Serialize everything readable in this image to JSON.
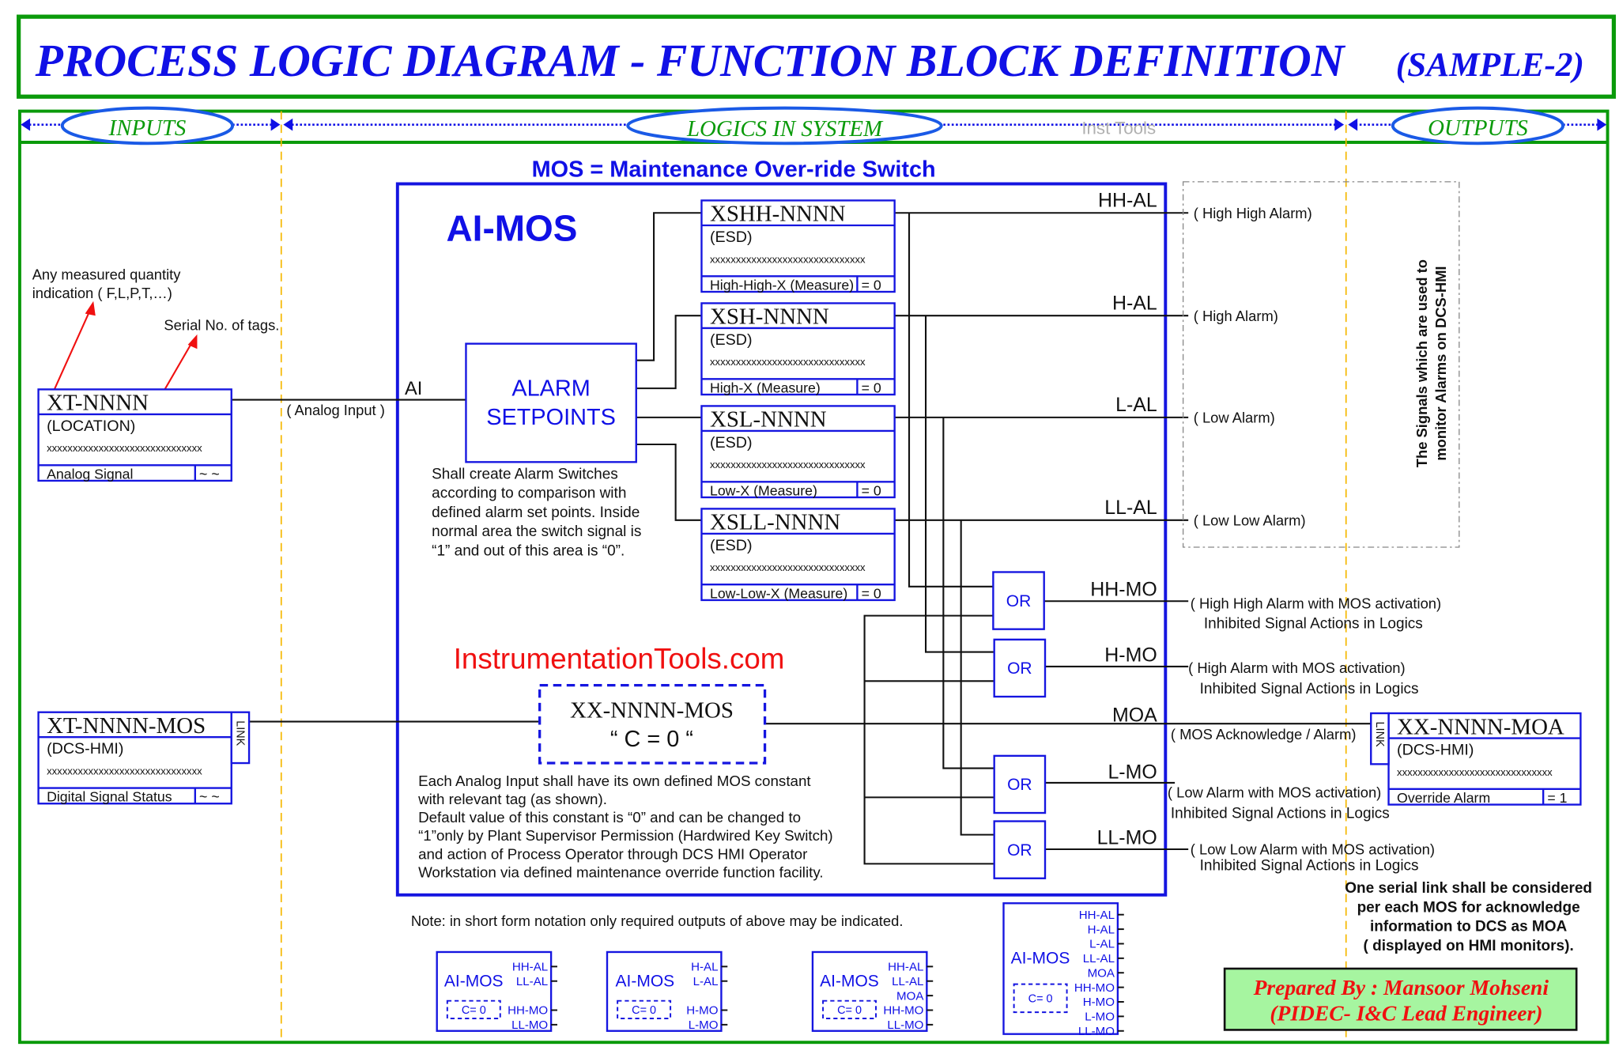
{
  "title": {
    "main": "PROCESS LOGIC DIAGRAM - FUNCTION BLOCK DEFINITION",
    "sample": "(SAMPLE-2)"
  },
  "header": {
    "inputs": "INPUTS",
    "logics": "LOGICS IN SYSTEM",
    "watermark": "Inst Tools",
    "outputs": "OUTPUTS"
  },
  "mos_definition": "MOS = Maintenance Over-ride Switch",
  "colors": {
    "blue": "#1010e6",
    "green": "#0a9a0a",
    "red": "#ff0000",
    "orange": "#f5b800",
    "prepared_bg": "#a6f5a0"
  },
  "inputs": {
    "note_quantity": [
      "Any measured quantity",
      "indication ( F,L,P,T,…)"
    ],
    "note_serial": "Serial No. of tags.",
    "analog_block": {
      "tag": "XT-NNNN",
      "location": "(LOCATION)",
      "desc": "xxxxxxxxxxxxxxxxxxxxxxxxxxxxxx",
      "type": "Analog Signal",
      "value": "~ ~"
    },
    "analog_input_label": "( Analog Input )",
    "ai_label": "AI",
    "mos_block": {
      "tag": "XT-NNNN-MOS",
      "location": "(DCS-HMI)",
      "desc": "xxxxxxxxxxxxxxxxxxxxxxxxxxxxxx",
      "type": "Digital Signal Status",
      "value": "~ ~",
      "link": "LINK"
    }
  },
  "logic": {
    "block_title": "AI-MOS",
    "setpoints": [
      "ALARM",
      "SETPOINTS"
    ],
    "setpoints_desc": [
      "Shall create Alarm Switches",
      "according to comparison with",
      "defined alarm set points. Inside",
      "normal area the switch signal is",
      "“1” and out of this area is “0”."
    ],
    "switches": [
      {
        "tag": "XSHH-NNNN",
        "sub": "(ESD)",
        "desc": "xxxxxxxxxxxxxxxxxxxxxxxxxxxxxx",
        "type": "High-High-X (Measure)",
        "value": "= 0"
      },
      {
        "tag": "XSH-NNNN",
        "sub": "(ESD)",
        "desc": "xxxxxxxxxxxxxxxxxxxxxxxxxxxxxx",
        "type": "High-X (Measure)",
        "value": "= 0"
      },
      {
        "tag": "XSL-NNNN",
        "sub": "(ESD)",
        "desc": "xxxxxxxxxxxxxxxxxxxxxxxxxxxxxx",
        "type": "Low-X (Measure)",
        "value": "= 0"
      },
      {
        "tag": "XSLL-NNNN",
        "sub": "(ESD)",
        "desc": "xxxxxxxxxxxxxxxxxxxxxxxxxxxxxx",
        "type": "Low-Low-X (Measure)",
        "value": "= 0"
      }
    ],
    "or_label": "OR",
    "signals": [
      "HH-AL",
      "H-AL",
      "L-AL",
      "LL-AL",
      "HH-MO",
      "H-MO",
      "MOA",
      "L-MO",
      "LL-MO"
    ],
    "website": "InstrumentationTools.com",
    "mos_constant": {
      "tag": "XX-NNNN-MOS",
      "value": "“ C = 0 “"
    },
    "mos_desc": [
      "Each Analog Input shall have its own defined MOS constant",
      "with relevant tag (as shown).",
      "Default value of this constant is “0” and can be changed to",
      "“1”only by Plant Supervisor Permission (Hardwired Key Switch)",
      "and action of  Process Operator through DCS HMI Operator",
      "Workstation via defined maintenance override function facility."
    ]
  },
  "outputs": {
    "alarms": [
      "( High High Alarm)",
      "( High Alarm)",
      "( Low Alarm)",
      "( Low Low Alarm)"
    ],
    "alarm_note": [
      "The Signals which are used to",
      "monitor Alarms on DCS-HMI"
    ],
    "mo": [
      [
        "( High High Alarm with MOS activation)",
        "Inhibited Signal Actions in Logics"
      ],
      [
        "( High Alarm with MOS activation)",
        "Inhibited Signal Actions in Logics"
      ],
      [
        "( Low Alarm with MOS activation)",
        "Inhibited Signal Actions in Logics"
      ],
      [
        "( Low Low Alarm with MOS activation)",
        "Inhibited Signal Actions in Logics"
      ]
    ],
    "moa_label": "( MOS Acknowledge / Alarm)",
    "moa_block": {
      "tag": "XX-NNNN-MOA",
      "location": "(DCS-HMI)",
      "desc": "xxxxxxxxxxxxxxxxxxxxxxxxxxxxxx",
      "type": "Override Alarm",
      "value": "= 1",
      "link": "LINK"
    },
    "serial_note": [
      "One serial link shall be considered",
      "per each MOS for acknowledge",
      "information to DCS as MOA",
      "( displayed on HMI monitors)."
    ]
  },
  "short_form": {
    "note": "Note: in short form notation only required outputs of above may be indicated.",
    "blocks": [
      {
        "title": "AI-MOS",
        "constant": "C= 0",
        "outputs": [
          "HH-AL",
          "LL-AL",
          "HH-MO",
          "LL-MO"
        ]
      },
      {
        "title": "AI-MOS",
        "constant": "C= 0",
        "outputs": [
          "H-AL",
          "L-AL",
          "H-MO",
          "L-MO"
        ]
      },
      {
        "title": "AI-MOS",
        "constant": "C= 0",
        "outputs": [
          "HH-AL",
          "LL-AL",
          "MOA",
          "HH-MO",
          "LL-MO"
        ]
      },
      {
        "title": "AI-MOS",
        "constant": "C= 0",
        "outputs": [
          "HH-AL",
          "H-AL",
          "L-AL",
          "LL-AL",
          "MOA",
          "HH-MO",
          "H-MO",
          "L-MO",
          "LL-MO"
        ]
      }
    ]
  },
  "prepared_by": [
    "Prepared By : Mansoor Mohseni",
    "(PIDEC- I&C Lead Engineer)"
  ]
}
